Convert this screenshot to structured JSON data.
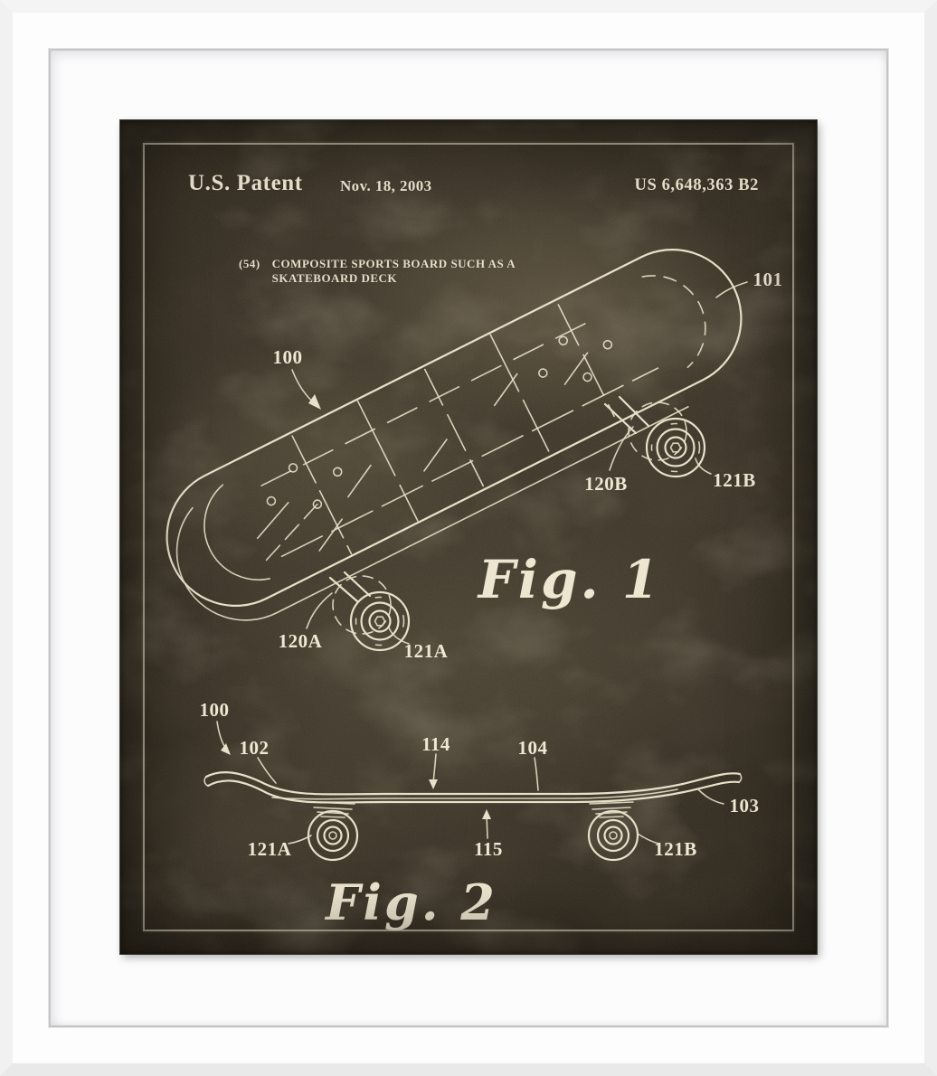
{
  "artwork": {
    "kind": "framed patent print",
    "colors": {
      "frame": "#fdfdfe",
      "mat": "#fcfcfd",
      "paper_dark_brown": "#342d22",
      "ink_cream": "#e8e0c8",
      "border_line": "#e0d8c3"
    },
    "print": {
      "header": {
        "patent_label": "U.S. Patent",
        "issue_date": "Nov. 18, 2003",
        "patent_number": "US 6,648,363 B2"
      },
      "title": {
        "field_code": "(54)",
        "line1": "COMPOSITE SPORTS BOARD SUCH AS A",
        "line2": "SKATEBOARD DECK"
      },
      "fig1": {
        "caption": "Fig. 1",
        "labels": {
          "n100": "100",
          "n101": "101",
          "n120A": "120A",
          "n121A": "121A",
          "n120B": "120B",
          "n121B": "121B"
        }
      },
      "fig2": {
        "caption": "Fig. 2",
        "labels": {
          "n100": "100",
          "n102": "102",
          "n103": "103",
          "n104": "104",
          "n114": "114",
          "n115": "115",
          "n121A": "121A",
          "n121B": "121B"
        }
      }
    }
  }
}
